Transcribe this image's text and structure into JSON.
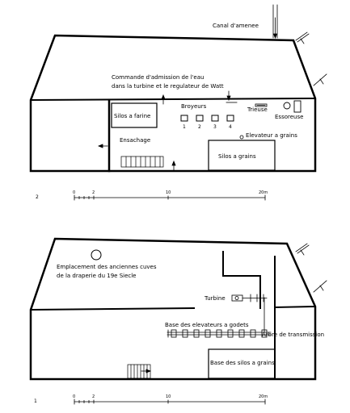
{
  "upper_plan": {
    "plan_number": "2",
    "canal_label": "Canal d'amenee",
    "command_label_line1": "Commande d'admission de l'eau",
    "command_label_line2": "dans la turbine et le regulateur de Watt",
    "silos_farine": "Silos a farine",
    "broyeurs": "Broyeurs",
    "mill_numbers": [
      "1",
      "2",
      "3",
      "4"
    ],
    "trieuse": "Trieuse",
    "essoreuse": "Essoreuse",
    "elevateur": "Elevateur a grains",
    "ensachage": "Ensachage",
    "silos_grains": "Silos a grains",
    "scale_ticks": [
      "0",
      "2",
      "10",
      "20m"
    ]
  },
  "lower_plan": {
    "plan_number": "1",
    "cuves_line1": "Emplacement des anciennes cuves",
    "cuves_line2": "de la draperie du 19e Siecle",
    "turbine": "Turbine",
    "base_elevateurs": "Base des elevateurs a godets",
    "arbre": "Arbre de transmission",
    "base_silos": "Base des silos a grains",
    "scale_ticks": [
      "0",
      "2",
      "10",
      "20m"
    ]
  }
}
